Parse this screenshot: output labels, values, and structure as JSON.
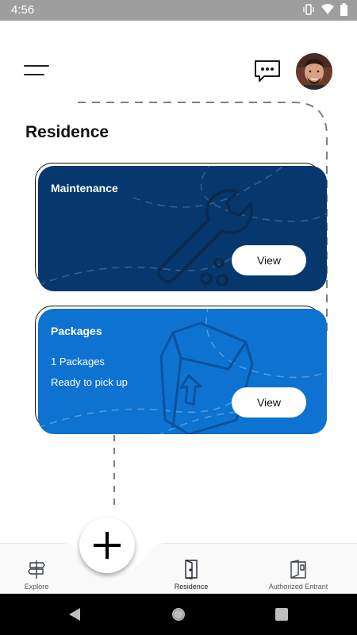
{
  "status_bar": {
    "time": "4:56",
    "icons": [
      "vibrate-icon",
      "wifi-icon",
      "battery-icon"
    ]
  },
  "header": {
    "menu_icon": "hamburger-menu-icon",
    "chat_icon": "chat-bubble-icon",
    "avatar": "user-avatar"
  },
  "page": {
    "title": "Residence"
  },
  "cards": {
    "maintenance": {
      "title": "Maintenance",
      "button_label": "View",
      "icon": "wrench-icon",
      "color": "#06386e"
    },
    "packages": {
      "title": "Packages",
      "count_line": "1 Packages",
      "status_line": "Ready to pick up",
      "button_label": "View",
      "icon": "package-box-icon",
      "color": "#0e72d1"
    }
  },
  "fab": {
    "icon": "plus-icon"
  },
  "bottom_nav": {
    "items": [
      {
        "label": "Explore",
        "icon": "signpost-icon",
        "active": false
      },
      {
        "label": "Residence",
        "icon": "door-icon",
        "active": true
      },
      {
        "label": "Authorized Entrant",
        "icon": "entrance-door-icon",
        "active": false
      }
    ]
  },
  "system_nav": {
    "back": "back-triangle-icon",
    "home": "home-circle-icon",
    "recents": "recents-square-icon"
  }
}
